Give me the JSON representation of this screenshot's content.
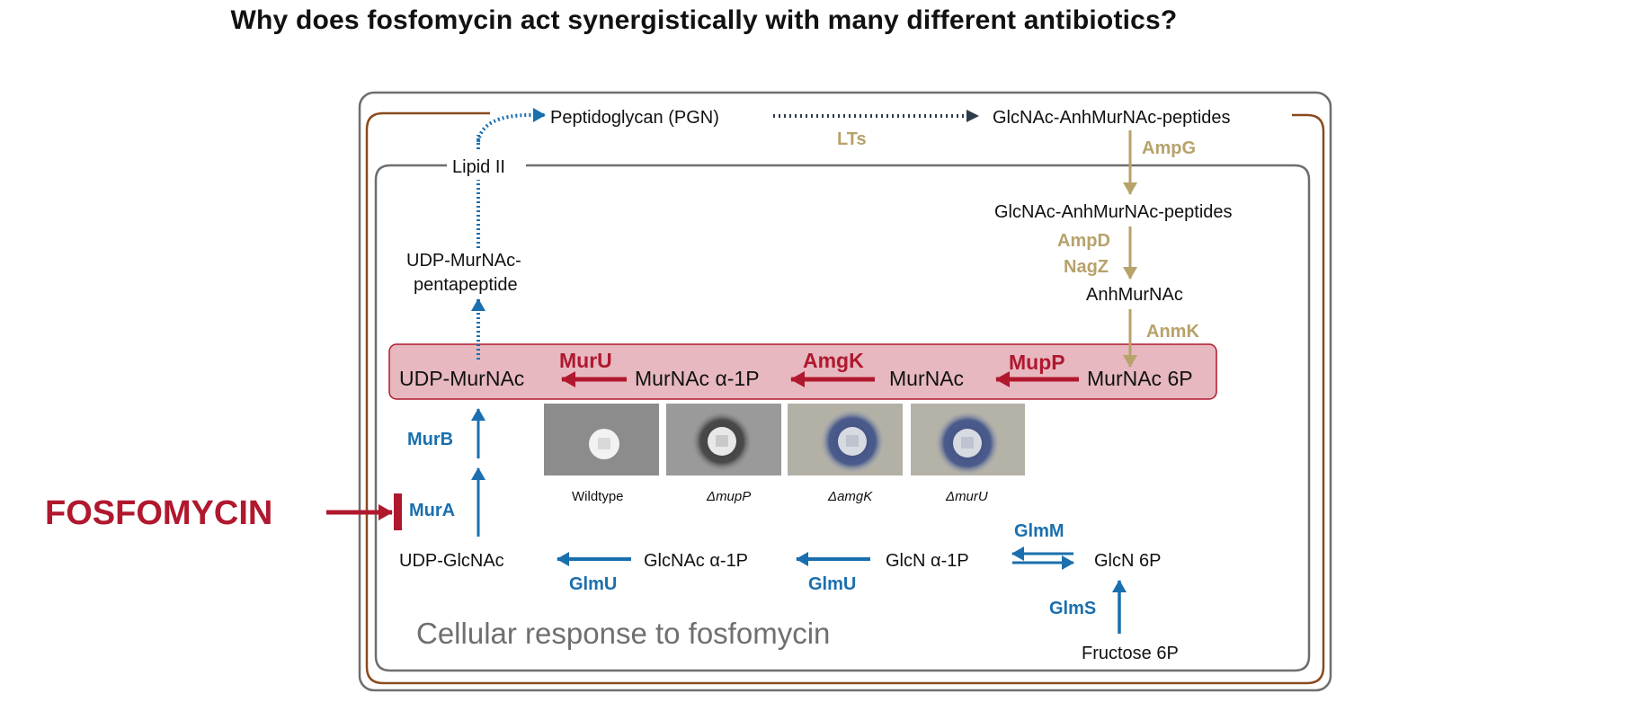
{
  "title": "Why does fosfomycin act synergistically with many different antibiotics?",
  "colors": {
    "tan": "#b7a26a",
    "blue": "#1a6fae",
    "red": "#b0182e",
    "highlight": "#e7b8c0",
    "membrane_outer": "#8b4a1c",
    "membrane_inner": "#7a7a7a"
  },
  "inhibitor": "FOSFOMYCIN",
  "subtitle": "Cellular response to fosfomycin",
  "metabolites": {
    "pgn": "Peptidoglycan (PGN)",
    "peptides_out": "GlcNAc-AnhMurNAc-peptides",
    "lipid2": "Lipid II",
    "peptides_in": "GlcNAc-AnhMurNAc-peptides",
    "udp_penta_1": "UDP-MurNAc-",
    "udp_penta_2": "pentapeptide",
    "anhmurnac": "AnhMurNAc",
    "udp_murnac": "UDP-MurNAc",
    "murnac_a1p": "MurNAc α-1P",
    "murnac": "MurNAc",
    "murnac_6p": "MurNAc 6P",
    "udp_glcnac": "UDP-GlcNAc",
    "glcnac_a1p": "GlcNAc α-1P",
    "glcn_a1p": "GlcN α-1P",
    "glcn_6p": "GlcN 6P",
    "fructose_6p": "Fructose 6P"
  },
  "enzymes": {
    "lts": "LTs",
    "ampg": "AmpG",
    "ampd": "AmpD",
    "nagz": "NagZ",
    "anmk": "AnmK",
    "mupp": "MupP",
    "amgk": "AmgK",
    "muru": "MurU",
    "murb": "MurB",
    "mura": "MurA",
    "glmu_1": "GlmU",
    "glmu_2": "GlmU",
    "glmm": "GlmM",
    "glms": "GlmS"
  },
  "plates": [
    {
      "label": "Wildtype",
      "italic": false,
      "tone": "gray",
      "halo": "none"
    },
    {
      "label": "ΔmupP",
      "italic": true,
      "tone": "gray",
      "halo": "dark"
    },
    {
      "label": "ΔamgK",
      "italic": true,
      "tone": "beige",
      "halo": "blue"
    },
    {
      "label": "ΔmurU",
      "italic": true,
      "tone": "beige",
      "halo": "blue"
    }
  ]
}
